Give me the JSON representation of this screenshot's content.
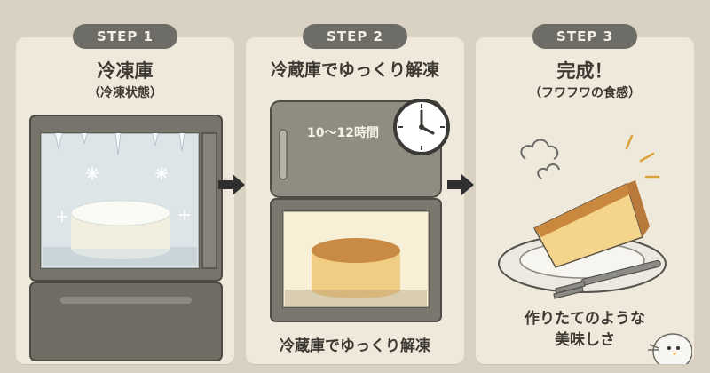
{
  "steps": [
    {
      "label": "STEP 1",
      "title": "冷凍庫",
      "subtitle": "（冷凍状態）"
    },
    {
      "label": "STEP 2",
      "title": "冷蔵庫でゆっくり解凍",
      "time": "10〜12時間",
      "caption": "冷蔵庫でゆっくり解凍"
    },
    {
      "label": "STEP 3",
      "title": "完成！",
      "subtitle": "（フワフワの食感）",
      "caption_line1": "作りたてのような",
      "caption_line2": "美味しさ"
    }
  ],
  "colors": {
    "background": "#d9d1c1",
    "panel": "#efe9dc",
    "pill": "#6e6c66",
    "text": "#3e3a33",
    "arrow": "#2f2f2f"
  },
  "icons": [
    "freezer-icon",
    "refrigerator-icon",
    "clock-icon",
    "cake-slice-icon",
    "fork-icon",
    "arrow-right-icon",
    "bird-mascot-icon"
  ]
}
